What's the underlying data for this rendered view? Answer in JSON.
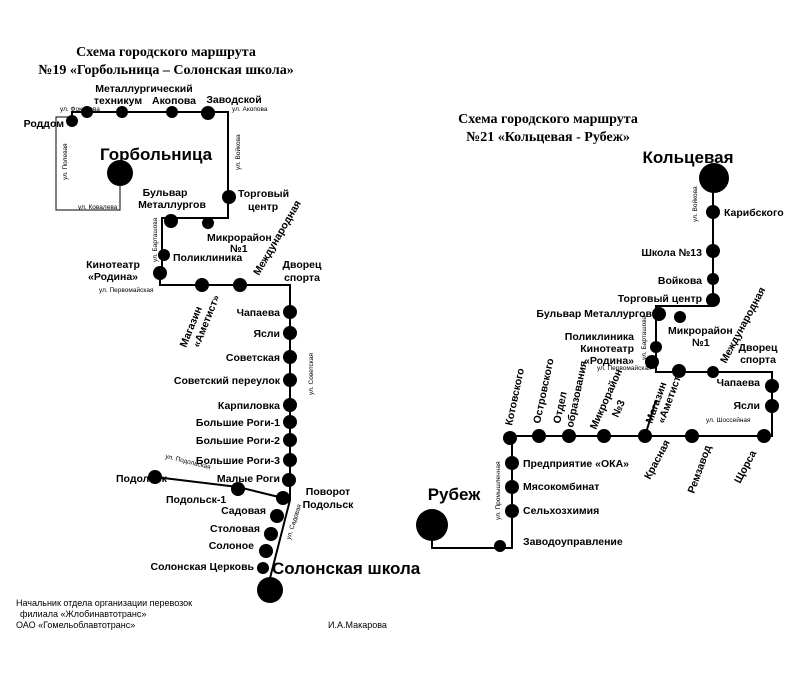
{
  "route19": {
    "title_line1": "Схема городского маршрута",
    "title_line2": "№19 «Горбольница – Солонская школа»",
    "terminal_start": "Горбольница",
    "terminal_end": "Солонская школа",
    "stops": {
      "roddom": "Роддом",
      "metal_1": "Металлургический",
      "metal_2": "техникум",
      "akopova": "Акопова",
      "zavodskoy": "Заводской",
      "torg_1": "Торговый",
      "torg_2": "центр",
      "bulvar_1": "Бульвар",
      "bulvar_2": "Металлургов",
      "mikro_1": "Микрорайон",
      "mikro_2": "№1",
      "poliklinika": "Поликлиника",
      "kino_1": "Кинотеатр",
      "kino_2": "«Родина»",
      "magazin_1": "Магазин",
      "magazin_2": "«Аметист»",
      "mezhdunar": "Международная",
      "dvorec_1": "Дворец",
      "dvorec_2": "спорта",
      "chapaeva": "Чапаева",
      "yasli": "Ясли",
      "sovetskaya": "Советская",
      "sov_pereulok": "Советский переулок",
      "karpilovka": "Карпиловка",
      "rogi1": "Большие Роги-1",
      "rogi2": "Большие Роги-2",
      "rogi3": "Большие Роги-3",
      "malye_rogi": "Малые Роги",
      "podolsk": "Подольск",
      "podolsk1": "Подольск-1",
      "povorot_1": "Поворот",
      "povorot_2": "Подольск",
      "sadovaya": "Садовая",
      "stolovaya": "Столовая",
      "solonoe": "Солоное",
      "solon_cerkov": "Солонская Церковь"
    },
    "streets": {
      "fokanova": "ул. Фоканова",
      "akopova": "ул. Акопова",
      "poleyvaya": "ул. Полевая",
      "voykova": "ул. Войкова",
      "kovaleva": "ул. Ковалева",
      "bartashova": "ул. Барташова",
      "pervomayskaya": "ул. Первомайская",
      "sovetskaya": "ул. Советская",
      "podolskaya": "ул. Подольская",
      "sadovaya": "ул. Садовая"
    }
  },
  "route21": {
    "title_line1": "Схема городского маршрута",
    "title_line2": "№21 «Кольцевая - Рубеж»",
    "terminal_start": "Кольцевая",
    "terminal_end": "Рубеж",
    "stops": {
      "karibskogo": "Карибского",
      "shkola13": "Школа №13",
      "voykova": "Войкова",
      "torg": "Торговый центр",
      "bulvar": "Бульвар Металлургов",
      "mikro_1": "Микрорайон",
      "mikro_2": "№1",
      "polik": "Поликлиника",
      "kino_1": "Кинотеатр",
      "kino_2": "«Родина»",
      "mezhdunar": "Международная",
      "dvorec_1": "Дворец",
      "dvorec_2": "спорта",
      "chapaeva": "Чапаева",
      "yasli": "Ясли",
      "magazin_1": "Магазин",
      "magazin_2": "«Аметист»",
      "mikro3_1": "Микрорайон",
      "mikro3_2": "№3",
      "otdel_1": "Отдел",
      "otdel_2": "образования",
      "ostrovskogo": "Островского",
      "kotovskogo": "Котовского",
      "krasnaya": "Красная",
      "remzavod": "Ремзавод",
      "shorsa": "Щорса",
      "oka": "Предприятие «ОКА»",
      "myaso": "Мясокомбинат",
      "selhoz": "Сельхозхимия",
      "zavodoupr": "Заводоуправление"
    },
    "streets": {
      "voykova": "ул. Войкова",
      "bartashova": "ул. Барташова",
      "pervomayskaya": "ул. Первомайская",
      "shosseynaya": "ул. Шоссейная",
      "promyshlennaya": "ул. Промышленная"
    }
  },
  "footer": {
    "line1": "Начальник отдела организации перевозок",
    "line2": "филиала «Жлобинавтотранс»",
    "line3": "ОАО «Гомельоблавтотранс»",
    "signature": "И.А.Макарова"
  }
}
